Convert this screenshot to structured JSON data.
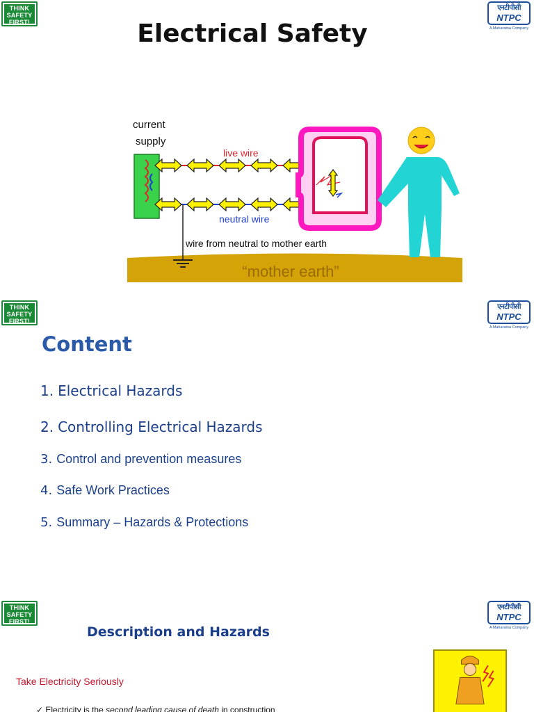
{
  "badge": {
    "line1": "THINK",
    "line2": "SAFETY",
    "line3": "FIRST!"
  },
  "ntpc": {
    "hindi": "एनटीपीसी",
    "name": "NTPC",
    "tagline": "A Maharatna Company"
  },
  "slide1": {
    "title": "Electrical Safety",
    "diagram": {
      "label_current": "current",
      "label_supply": "supply",
      "label_live": "live wire",
      "label_neutral": "neutral wire",
      "label_earth_wire": "wire from neutral to mother earth",
      "label_mother_earth": "“mother earth”"
    }
  },
  "slide2": {
    "heading": "Content",
    "items": [
      {
        "num": "1.",
        "text": "Electrical Hazards"
      },
      {
        "num": "2.",
        "text": "Controlling Electrical Hazards"
      },
      {
        "num": "3.",
        "text": "Control and prevention measures"
      },
      {
        "num": "4.",
        "text": "Safe Work Practices"
      },
      {
        "num": "5.",
        "text": "Summary – Hazards & Protections"
      }
    ]
  },
  "slide3": {
    "heading": "Description and Hazards",
    "subheading": "Take Electricity Seriously",
    "bullet_prefix": "Electricity is the ",
    "bullet_italic": "second leading cause of death",
    "bullet_suffix": " in construction"
  },
  "colors": {
    "live": "#e0232f",
    "neutral": "#1f3fd0",
    "accent": "#2a5aa8",
    "arrow": "#fff200"
  }
}
